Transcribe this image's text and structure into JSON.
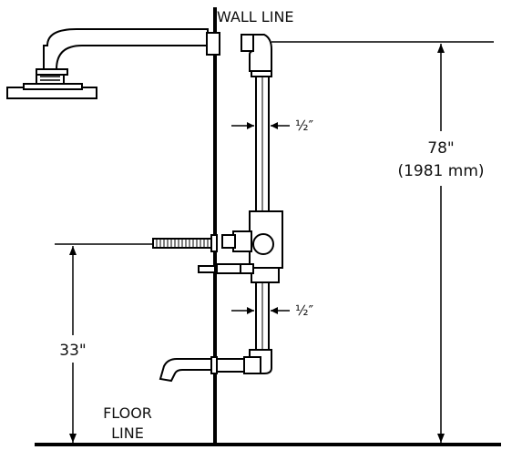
{
  "labels": {
    "wall_line": "WALL LINE",
    "floor_line_1": "FLOOR",
    "floor_line_2": "LINE",
    "height_total": "78\"",
    "height_total_mm": "(1981 mm)",
    "height_valve": "33\"",
    "pipe_size_upper": "½″",
    "pipe_size_lower": "½″"
  }
}
